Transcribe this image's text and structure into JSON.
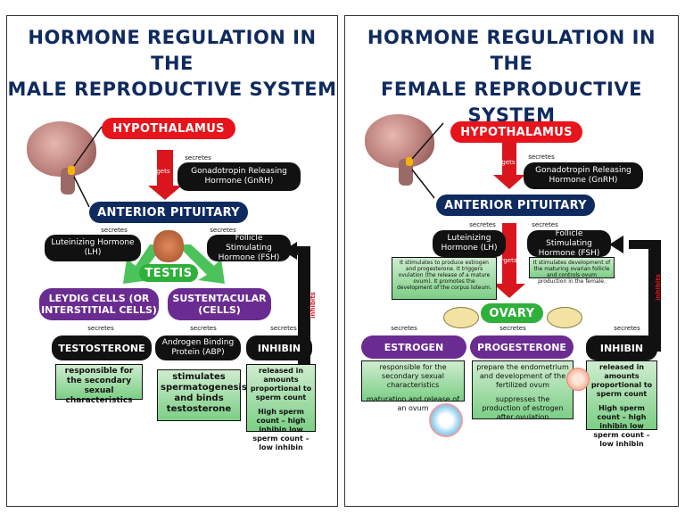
{
  "male": {
    "title_line1": "HORMONE REGULATION IN THE",
    "title_line2": "MALE REPRODUCTIVE SYSTEM",
    "hypothalamus": "HYPOTHALAMUS",
    "secretes": "secretes",
    "targets": "targets",
    "gnrh": "Gonadotropin Releasing Hormone (GnRH)",
    "anterior_pituitary": "ANTERIOR PITUITARY",
    "lh": "Luteinizing Hormone (LH)",
    "fsh": "Follicle Stimulating Hormone (FSH)",
    "testis": "TESTIS",
    "leydig": "LEYDIG CELLS (OR INTERSTITIAL CELLS)",
    "sustentacular": "SUSTENTACULAR (CELLS)",
    "inhibits": "inhibits",
    "testosterone": "TESTOSTERONE",
    "abp": "Androgen Binding Protein (ABP)",
    "inhibin": "INHIBIN",
    "testosterone_desc": "responsible for the secondary sexual characteristics",
    "abp_desc": "stimulates spermatogenesis and binds testosterone",
    "inhibin_desc1": "released in amounts proportional to sperm count",
    "inhibin_desc2": "High sperm count – high inhibin low sperm count – low inhibin"
  },
  "female": {
    "title_line1": "HORMONE REGULATION IN THE",
    "title_line2": "FEMALE REPRODUCTIVE SYSTEM",
    "hypothalamus": "HYPOTHALAMUS",
    "secretes": "secretes",
    "targets": "targets",
    "gnrh": "Gonadotropin Releasing Hormone (GnRH)",
    "anterior_pituitary": "ANTERIOR PITUITARY",
    "lh": "Luteinizing Hormone (LH)",
    "fsh": "Follicle Stimulating Hormone (FSH)",
    "lh_desc": "It stimulates to produce estrogen and progesterone. It triggers ovulation (the release of a mature ovum). It promotes the development of the corpus luteum.",
    "fsh_desc": "It stimulates development of the maturing ovarian follicle and controls ovum production in the female.",
    "ovary": "OVARY",
    "inhibits": "inhibits",
    "estrogen": "ESTROGEN",
    "progesterone": "PROGESTERONE",
    "inhibin": "INHIBIN",
    "estrogen_desc1": "responsible for the secondary sexual characteristics",
    "estrogen_desc2": "maturation and release of an ovum",
    "progesterone_desc1": "prepare the endometrium and development of the fertilized ovum",
    "progesterone_desc2": "suppresses the production of estrogen after ovulation",
    "inhibin_desc1": "released in amounts proportional to sperm count",
    "inhibin_desc2": "High sperm count – high inhibin low sperm count – low inhibin"
  }
}
